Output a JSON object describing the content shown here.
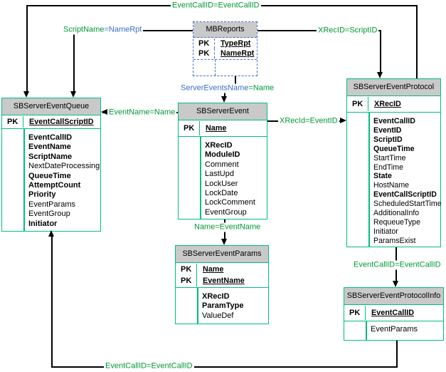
{
  "pk_label": "PK",
  "colors": {
    "green": "#009933",
    "blue": "#3B6CC9",
    "table_border_green": "#00BE7D",
    "reports_border_blue": "#4472C4",
    "header_fill": "#C9C9C9",
    "line": "#000000"
  },
  "tables": {
    "queue": {
      "title": "SBServerEventQueue",
      "pks": [
        "EventCallScriptID"
      ],
      "fields": [
        {
          "t": "EventCallID",
          "b": true
        },
        {
          "t": "EventName",
          "b": true
        },
        {
          "t": "ScriptName",
          "b": true
        },
        {
          "t": "NextDateProcessing"
        },
        {
          "t": "QueueTime",
          "b": true
        },
        {
          "t": "AttemptCount",
          "b": true
        },
        {
          "t": "Priority",
          "b": true
        },
        {
          "t": "EventParams"
        },
        {
          "t": "EventGroup"
        },
        {
          "t": "Initiator",
          "b": true
        }
      ]
    },
    "mbreports": {
      "title": "MBReports",
      "pks": [
        "TypeRpt",
        "NameRpt"
      ],
      "fields": []
    },
    "event": {
      "title": "SBServerEvent",
      "pks": [
        "Name"
      ],
      "fields": [
        {
          "t": "XRecID",
          "b": true
        },
        {
          "t": "ModuleID",
          "b": true
        },
        {
          "t": "Comment"
        },
        {
          "t": "LastUpd"
        },
        {
          "t": "LockUser"
        },
        {
          "t": "LockDate"
        },
        {
          "t": "LockComment"
        },
        {
          "t": "EventGroup"
        }
      ]
    },
    "protocol": {
      "title": "SBServerEventProtocol",
      "pks": [
        "XRecID"
      ],
      "fields": [
        {
          "t": "EventCallID",
          "b": true
        },
        {
          "t": "EventID",
          "b": true
        },
        {
          "t": "ScriptID",
          "b": true
        },
        {
          "t": "QueueTime",
          "b": true
        },
        {
          "t": "StartTime"
        },
        {
          "t": "EndTime"
        },
        {
          "t": "State",
          "b": true
        },
        {
          "t": "HostName"
        },
        {
          "t": "EventCallScriptID",
          "b": true
        },
        {
          "t": "ScheduledStartTime"
        },
        {
          "t": "AdditionalInfo"
        },
        {
          "t": "RequeueType"
        },
        {
          "t": "Initiator"
        },
        {
          "t": "ParamsExist"
        }
      ]
    },
    "params": {
      "title": "SBServerEventParams",
      "pks": [
        "Name",
        "EventName"
      ],
      "fields": [
        {
          "t": "XRecID",
          "b": true
        },
        {
          "t": "ParamType",
          "b": true
        },
        {
          "t": "ValueDef"
        }
      ]
    },
    "pinfo": {
      "title": "SBServerEventProtocolInfo",
      "pks": [
        "EventCallID"
      ],
      "fields": [
        {
          "t": "EventParams"
        }
      ]
    }
  },
  "labels": {
    "top_eventcallid": [
      {
        "t": "EventCallID=EventCallID",
        "c": "green"
      }
    ],
    "scriptname_namerpt": [
      {
        "t": "ScriptName",
        "c": "green"
      },
      {
        "t": "=NameRpt",
        "c": "blue"
      }
    ],
    "xrecid_scriptid": [
      {
        "t": "XRecID=ScriptID",
        "c": "green"
      }
    ],
    "servereventsname_name": [
      {
        "t": "ServerEventsName",
        "c": "blue"
      },
      {
        "t": "=",
        "c": "green"
      },
      {
        "t": "Name",
        "c": "green"
      }
    ],
    "eventname_name": [
      {
        "t": "EventName=Name",
        "c": "green"
      }
    ],
    "xrecid_eventid": [
      {
        "t": "XRecId=EventID",
        "c": "green"
      }
    ],
    "name_eventname": [
      {
        "t": "Name=EventName",
        "c": "green"
      }
    ],
    "eventcallid_mid": [
      {
        "t": "EventCallID=EventCallID",
        "c": "green"
      }
    ],
    "eventcallid_bottom": [
      {
        "t": "EventCallID=EventCallID",
        "c": "green"
      }
    ]
  }
}
